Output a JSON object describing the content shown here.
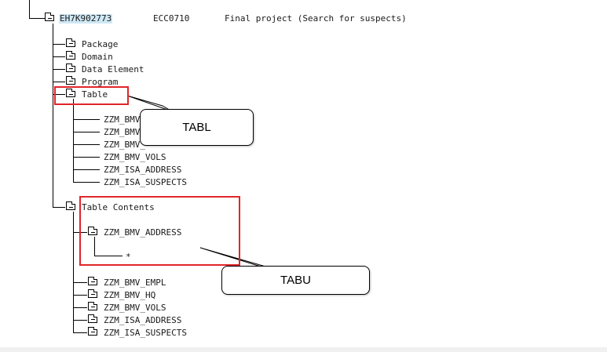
{
  "header": {
    "request_id": "EH7K902773",
    "system": "ECC0710",
    "description": "Final project (Search for suspects)"
  },
  "categories": [
    "Package",
    "Domain",
    "Data Element",
    "Program",
    "Table"
  ],
  "table_children": [
    "ZZM_BMV_",
    "ZZM_BMV_",
    "ZZM_BMV_",
    "ZZM_BMV_VOLS",
    "ZZM_ISA_ADDRESS",
    "ZZM_ISA_SUSPECTS"
  ],
  "table_contents": {
    "label": "Table Contents",
    "expanded_item": "ZZM_BMV_ADDRESS",
    "wildcard": "*",
    "items": [
      "ZZM_BMV_EMPL",
      "ZZM_BMV_HQ",
      "ZZM_BMV_VOLS",
      "ZZM_ISA_ADDRESS",
      "ZZM_ISA_SUSPECTS"
    ]
  },
  "callouts": {
    "tabl": "TABL",
    "tabu": "TABU"
  },
  "colors": {
    "highlight_box": "#e0262a",
    "selected_node": "#cfe8f5"
  },
  "icons": {
    "closed_folder": "folder-closed-icon",
    "open_folder": "folder-open-icon"
  }
}
